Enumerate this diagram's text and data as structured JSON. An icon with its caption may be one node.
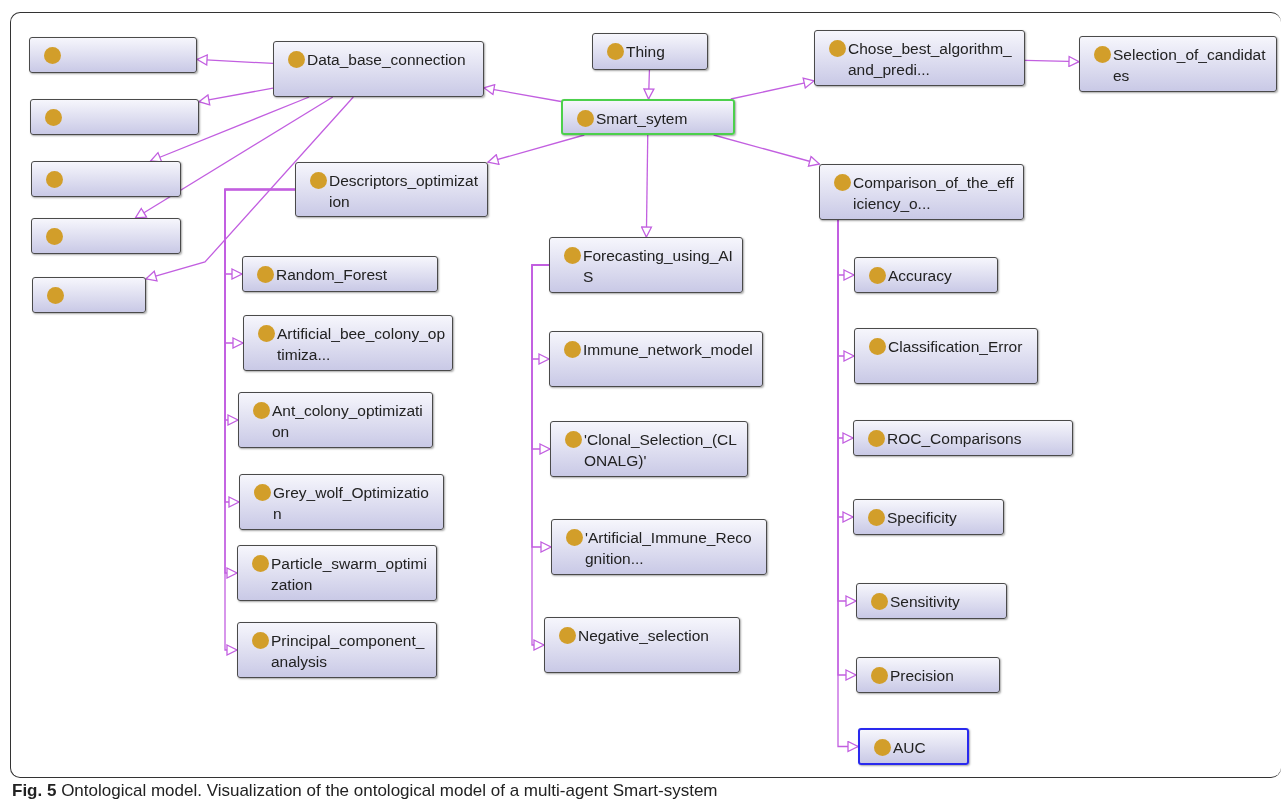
{
  "diagram": {
    "caption": "**Fig. 5** Ontological model. Visualization of the ontological model of a multi-agent Smart-system",
    "nodes": [
      {
        "text": [
          "Thing"
        ]
      },
      {
        "text": [
          "Smart_sytem"
        ]
      },
      {
        "text": [
          "Data_base_connection"
        ]
      },
      {
        "text": [],
        "shape": "box"
      },
      {
        "text": [],
        "shape": "box"
      },
      {
        "text": [],
        "shape": "box"
      },
      {
        "text": [],
        "shape": "box"
      },
      {
        "text": [],
        "shape": "box"
      },
      {
        "text": [
          "Chose_best_algorithm_and_predi..."
        ]
      },
      {
        "text": [
          "Selection_of_candidates"
        ]
      },
      {
        "text": [
          "Descriptors_optimization"
        ]
      },
      {
        "text": [
          "Random_Forest"
        ]
      },
      {
        "text": [
          "Artificial_bee_colony_optimiza..."
        ]
      },
      {
        "text": [
          "Ant_colony_optimization"
        ]
      },
      {
        "text": [
          "Grey_wolf_Optimization"
        ]
      },
      {
        "text": [
          "Particle_swarm_optimization"
        ]
      },
      {
        "text": [
          "Principal_component_analysis"
        ]
      },
      {
        "text": [
          "Forecasting_using_AIS"
        ]
      },
      {
        "text": [
          "Immune_network_model"
        ]
      },
      {
        "text": [
          "'Clonal_Selection_(CLONALG)'"
        ]
      },
      {
        "text": [
          "'Artificial_Immune_Recognition..."
        ]
      },
      {
        "text": [
          "Negative_selection"
        ]
      },
      {
        "text": [
          "Comparison_of_the_efficiency_o..."
        ]
      },
      {
        "text": [
          "Accuracy"
        ]
      },
      {
        "text": [
          "Classification_Error"
        ]
      },
      {
        "text": [
          "ROC_Comparisons"
        ]
      },
      {
        "text": [
          "Specificity"
        ]
      },
      {
        "text": [
          "Sensitivity"
        ]
      },
      {
        "text": [
          "Precision"
        ]
      },
      {
        "text": [
          "AUC"
        ]
      }
    ],
    "edges": [
      {
        "from": 0,
        "to": 1,
        "arrow": "to"
      },
      {
        "from": 1,
        "to": 2,
        "arrow": "to"
      },
      {
        "from": 1,
        "to": 8,
        "arrow": "to"
      },
      {
        "from": 8,
        "to": 9,
        "arrow": "to"
      },
      {
        "from": 2,
        "to": 3,
        "arrow": "to"
      },
      {
        "from": 2,
        "to": 4,
        "arrow": "to"
      },
      {
        "from": 2,
        "to": 5,
        "arrow": "to"
      },
      {
        "from": 2,
        "to": 6,
        "arrow": "to"
      },
      {
        "from": 2,
        "to": 7,
        "arrow": "to"
      },
      {
        "from": 1,
        "to": 10,
        "arrow": "to"
      },
      {
        "from": 1,
        "to": 17,
        "arrow": "to"
      },
      {
        "from": 1,
        "to": 22,
        "arrow": "to"
      },
      {
        "from": 10,
        "to": 11,
        "arrow": "to"
      },
      {
        "from": 10,
        "to": 12,
        "arrow": "to"
      },
      {
        "from": 10,
        "to": 13,
        "arrow": "to"
      },
      {
        "from": 10,
        "to": 14,
        "arrow": "to"
      },
      {
        "from": 10,
        "to": 15,
        "arrow": "to"
      },
      {
        "from": 10,
        "to": 16,
        "arrow": "to"
      },
      {
        "from": 17,
        "to": 18,
        "arrow": "to"
      },
      {
        "from": 17,
        "to": 19,
        "arrow": "to"
      },
      {
        "from": 17,
        "to": 20,
        "arrow": "to"
      },
      {
        "from": 17,
        "to": 21,
        "arrow": "to"
      },
      {
        "from": 22,
        "to": 23,
        "arrow": "to"
      },
      {
        "from": 22,
        "to": 24,
        "arrow": "to"
      },
      {
        "from": 22,
        "to": 25,
        "arrow": "to"
      },
      {
        "from": 22,
        "to": 26,
        "arrow": "to"
      },
      {
        "from": 22,
        "to": 27,
        "arrow": "to"
      },
      {
        "from": 22,
        "to": 28,
        "arrow": "to"
      },
      {
        "from": 22,
        "to": 29,
        "arrow": "to"
      }
    ]
  }
}
